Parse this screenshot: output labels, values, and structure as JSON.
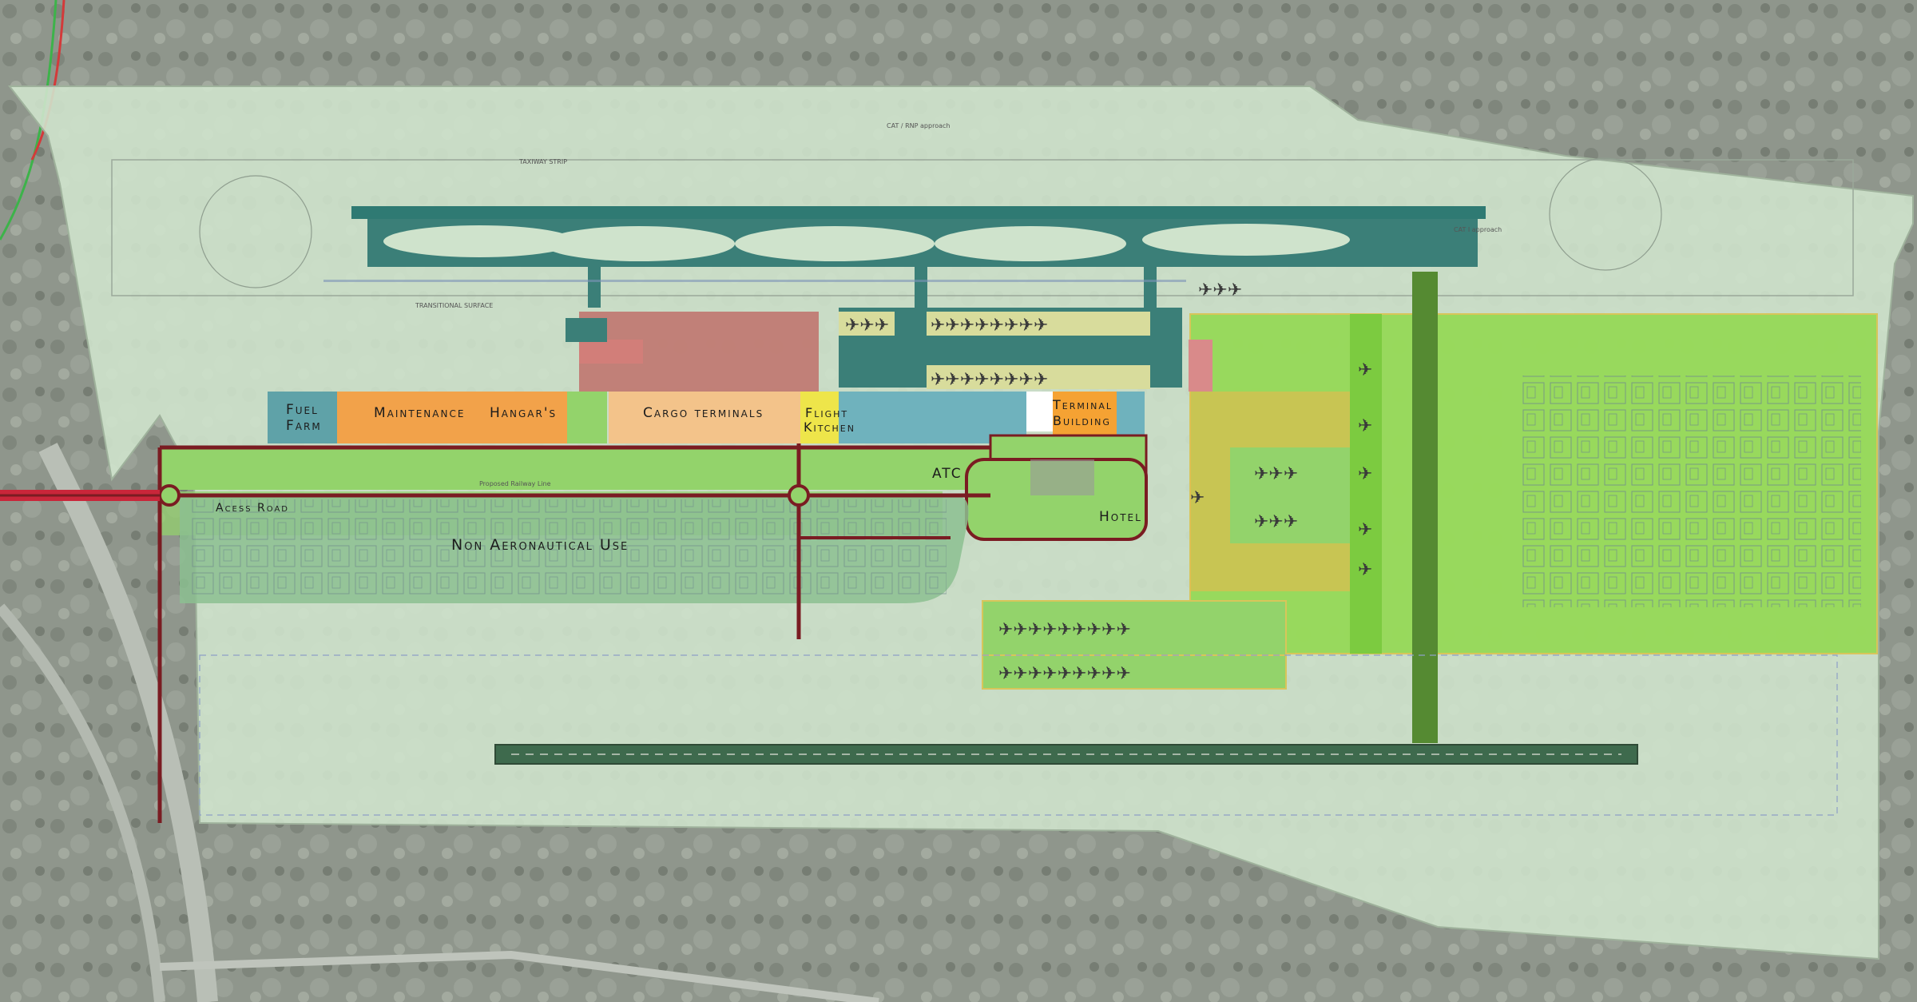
{
  "labels": {
    "fuel_farm_1": "Fuel",
    "fuel_farm_2": "Farm",
    "maintenance": "Maintenance",
    "hangars": "Hangar's",
    "cargo": "Cargo terminals",
    "flight_kitchen_1": "Flight",
    "flight_kitchen_2": "Kitchen",
    "terminal_1": "Terminal",
    "terminal_2": "Building",
    "atc": "ATC",
    "hotel": "Hotel",
    "access_road": "Acess Road",
    "non_aero": "Non Aeronautical Use"
  },
  "colors": {
    "aerial_bg": "#8f968c",
    "site_boundary": "#cfe3cc",
    "airside_green": "#93d36b",
    "terminal_zone_green": "#8fd84a",
    "runway_teal": "#2f7a73",
    "apron_teal": "#3b7f78",
    "fuel_farm": "#5fa2a8",
    "maintenance": "#f2a24a",
    "hangars": "#f2a24a",
    "cargo": "#f3c38a",
    "flight_kitchen": "#eee54a",
    "terminal": "#f5a233",
    "hotel": "#f1dcb0",
    "non_aero": "#8cbf91",
    "roads": "#7a1c22",
    "access_road_red": "#c9263a"
  }
}
